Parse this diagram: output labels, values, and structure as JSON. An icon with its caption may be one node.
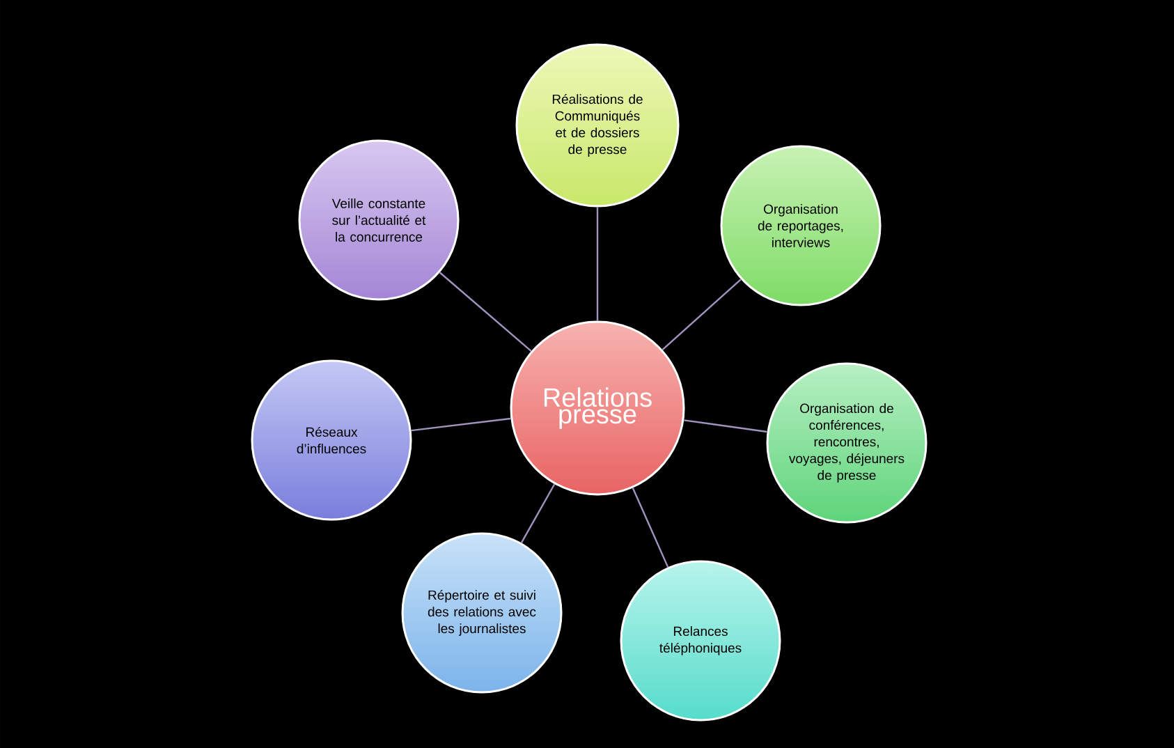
{
  "diagram": {
    "nodes": [
      {
        "text": [
          "Relations presse"
        ]
      },
      {
        "text": [
          "Réalisations de Communiqués et de dossiers de presse"
        ]
      },
      {
        "text": [
          "Organisation de reportages, interviews"
        ]
      },
      {
        "text": [
          "Organisation de conférences, rencontres, voyages, déjeuners de presse"
        ]
      },
      {
        "text": [
          "Relances téléphoniques"
        ]
      },
      {
        "text": [
          "Répertoire et suivi des relations avec les journalistes"
        ]
      },
      {
        "text": [
          "Réseaux d’influences"
        ]
      },
      {
        "text": [
          "Veille constante sur l’actualité et la concurrence"
        ]
      }
    ],
    "edges": [
      {
        "from": 0,
        "to": 1,
        "arrow": "none"
      },
      {
        "from": 0,
        "to": 2,
        "arrow": "none"
      },
      {
        "from": 0,
        "to": 3,
        "arrow": "none"
      },
      {
        "from": 0,
        "to": 4,
        "arrow": "none"
      },
      {
        "from": 0,
        "to": 5,
        "arrow": "none"
      },
      {
        "from": 0,
        "to": 6,
        "arrow": "none"
      },
      {
        "from": 0,
        "to": 7,
        "arrow": "none"
      }
    ]
  }
}
